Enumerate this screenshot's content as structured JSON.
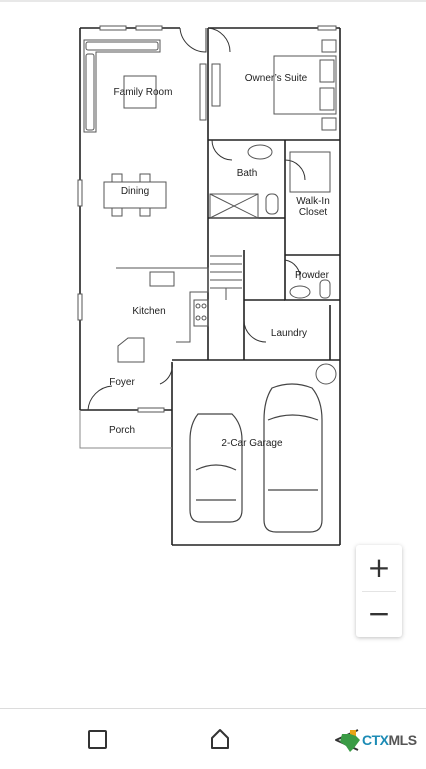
{
  "floorplan": {
    "rooms": {
      "family_room": "Family Room",
      "owners_suite": "Owner’s Suite",
      "bath": "Bath",
      "walk_in_closet_line1": "Walk-In",
      "walk_in_closet_line2": "Closet",
      "dining": "Dining",
      "powder": "Powder",
      "kitchen": "Kitchen",
      "laundry": "Laundry",
      "foyer": "Foyer",
      "porch": "Porch",
      "garage": "2-Car Garage"
    }
  },
  "zoom": {
    "in_label": "+",
    "out_label": "−"
  },
  "navigation": {
    "icons": [
      "recent-apps-icon",
      "home-icon",
      "back-icon"
    ]
  },
  "brand": {
    "part1": "CTX",
    "part2": "MLS",
    "colors": {
      "primary": "#1c8bb5",
      "accent": "#e8a317",
      "green": "#3a9b45",
      "secondary": "#555555"
    }
  }
}
